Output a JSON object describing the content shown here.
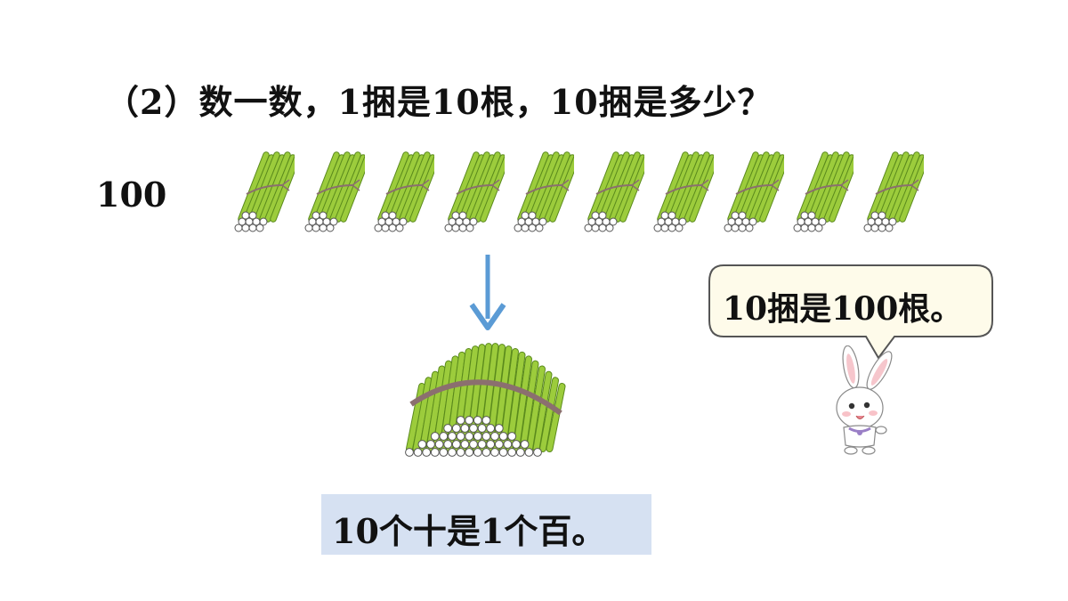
{
  "question": "（2）数一数，1捆是10根，10捆是多少？",
  "count_label": "100",
  "bundle_count": 10,
  "speech": "10捆是100根。",
  "conclusion": "10个十是1个百。",
  "colors": {
    "stick_green": "#9ccc3c",
    "stick_dark": "#5a8a1c",
    "string": "#8b6f6f",
    "arrow": "#5b9bd5",
    "answer_bg": "#d6e1f2"
  },
  "icons": [
    "stick-bundle-icon",
    "down-arrow-icon",
    "hundred-bundle-icon",
    "speech-bubble",
    "rabbit-icon"
  ]
}
